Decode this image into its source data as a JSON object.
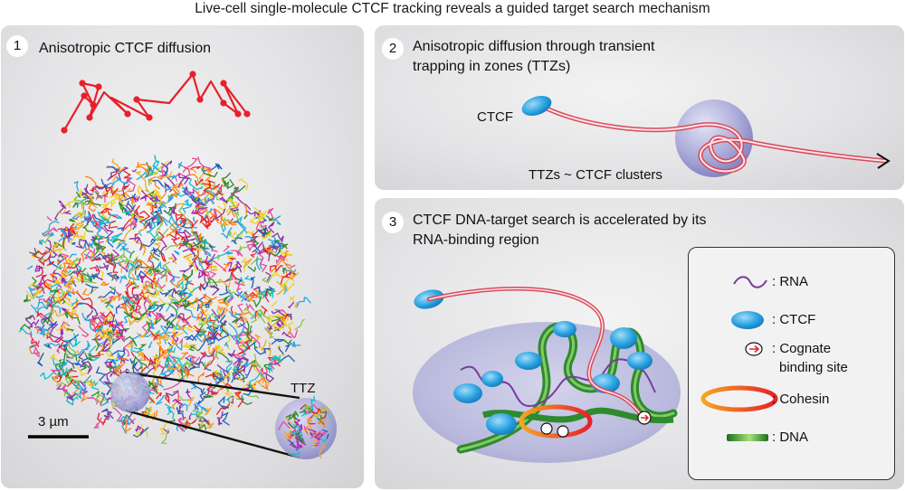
{
  "figure": {
    "title": "Live-cell single-molecule CTCF tracking reveals a guided target search mechanism"
  },
  "panel1": {
    "number": "1",
    "title": "Anisotropic CTCF diffusion",
    "ttz_label": "TTZ",
    "scale_bar_label": "3 µm"
  },
  "panel2": {
    "number": "2",
    "title_line1": "Anisotropic diffusion through transient",
    "title_line2": "trapping in zones (TTZs)",
    "ctcf_label": "CTCF",
    "cluster_label": "TTZs ~ CTCF clusters"
  },
  "panel3": {
    "number": "3",
    "title_line1": "CTCF DNA-target search is accelerated by its",
    "title_line2": "RNA-binding region",
    "legend": {
      "rna": ": RNA",
      "ctcf": ": CTCF",
      "cognate_line1": ": Cognate",
      "cognate_line2": "binding site",
      "cohesin": ": Cohesin",
      "dna": ": DNA"
    }
  },
  "colors": {
    "trajectory_red": "#e8202a",
    "ctcf_blue": "#2aa3e0",
    "dna_green": "#2e8b2e",
    "rna_purple": "#7a3c9e",
    "cohesin_orange": "#f5a623",
    "ttz_sphere": "#a9a9d8"
  },
  "icons": [
    "ctcf-protein-icon",
    "rna-icon",
    "cognate-site-icon",
    "cohesin-ring-icon",
    "dna-strand-icon"
  ]
}
